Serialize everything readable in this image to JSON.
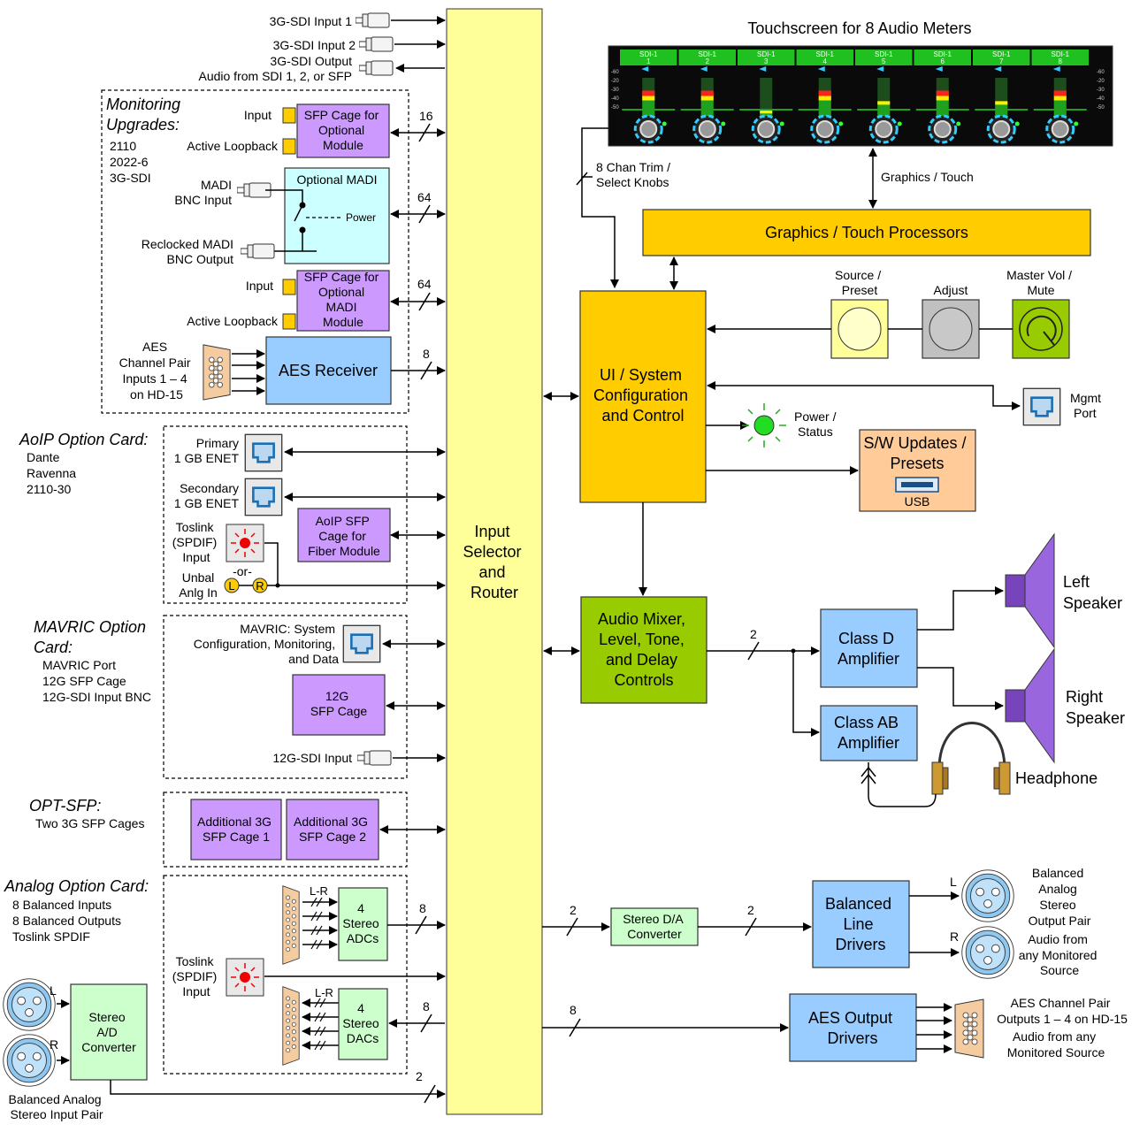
{
  "colors": {
    "router": "#ffff99",
    "control": "#ffcc00",
    "purple": "#cc99ff",
    "blue": "#99ccff",
    "green": "#99cc00",
    "lightgreen": "#ccffcc",
    "peach": "#ffcc99",
    "cyan": "#ccffff",
    "grey": "#c0c0c0"
  },
  "top_inputs": {
    "sdi1": "3G-SDI Input 1",
    "sdi2": "3G-SDI Input 2",
    "sdi_out": "3G-SDI Output",
    "audio_from": "Audio from SDI 1, 2, or SFP"
  },
  "monitoring": {
    "title1": "Monitoring",
    "title2": "Upgrades:",
    "std1": "2110",
    "std2": "2022-6",
    "std3": "3G-SDI",
    "input": "Input",
    "active_loopback": "Active Loopback",
    "sfp_cage": [
      "SFP Cage for",
      "Optional",
      "Module"
    ],
    "bus16": "16",
    "madi_in": [
      "MADI",
      "BNC Input"
    ],
    "optional_madi": "Optional MADI",
    "power": "Power",
    "bus64a": "64",
    "madi_out": [
      "Reclocked MADI",
      "BNC Output"
    ],
    "input2": "Input",
    "active_loopback2": "Active Loopback",
    "madi_cage": [
      "SFP Cage for",
      "Optional",
      "MADI",
      "Module"
    ],
    "bus64b": "64",
    "aes_label": [
      "AES",
      "Channel Pair",
      "Inputs 1 – 4",
      "on HD-15"
    ],
    "aes_receiver": "AES Receiver",
    "bus8": "8"
  },
  "aoip": {
    "title": "AoIP Option Card:",
    "items": [
      "Dante",
      "Ravenna",
      "2110-30"
    ],
    "primary": [
      "Primary",
      "1 GB ENET"
    ],
    "secondary": [
      "Secondary",
      "1 GB ENET"
    ],
    "toslink": [
      "Toslink",
      "(SPDIF)",
      "Input"
    ],
    "or": "-or-",
    "unbal": [
      "Unbal",
      "Anlg In"
    ],
    "l": "L",
    "r": "R",
    "sfp": [
      "AoIP SFP",
      "Cage for",
      "Fiber Module"
    ]
  },
  "mavric": {
    "title1": "MAVRIC Option",
    "title2": "Card:",
    "items": [
      "MAVRIC Port",
      "12G SFP Cage",
      "12G-SDI Input BNC"
    ],
    "port": [
      "MAVRIC: System",
      "Configuration, Monitoring,",
      "and Data"
    ],
    "cage": [
      "12G",
      "SFP Cage"
    ],
    "sdi": "12G-SDI Input"
  },
  "optsfp": {
    "title": "OPT-SFP:",
    "sub": "Two 3G SFP Cages",
    "cage1": [
      "Additional 3G",
      "SFP Cage 1"
    ],
    "cage2": [
      "Additional 3G",
      "SFP Cage 2"
    ]
  },
  "analog": {
    "title": "Analog Option Card:",
    "items": [
      "8 Balanced Inputs",
      "8 Balanced Outputs",
      "Toslink SPDIF"
    ],
    "lr": "L-R",
    "adcs": [
      "4",
      "Stereo",
      "ADCs"
    ],
    "bus8a": "8",
    "toslink": [
      "Toslink",
      "(SPDIF)",
      "Input"
    ],
    "lr2": "L-R",
    "dacs": [
      "4",
      "Stereo",
      "DACs"
    ],
    "bus8b": "8",
    "ad": [
      "Stereo",
      "A/D",
      "Converter"
    ],
    "l": "L",
    "r": "R",
    "bal_in": [
      "Balanced Analog",
      "Stereo Input Pair"
    ],
    "bus2": "2"
  },
  "router": [
    "Input",
    "Selector",
    "and",
    "Router"
  ],
  "touchscreen": {
    "title": "Touchscreen for 8 Audio Meters",
    "channels": [
      "1",
      "2",
      "3",
      "4",
      "5",
      "6",
      "7",
      "8"
    ],
    "src": "SDI-1",
    "scale": [
      "-60",
      "-20",
      "-30",
      "-40",
      "-50",
      "-60"
    ],
    "trim": [
      "8 Chan Trim /",
      "Select Knobs"
    ],
    "gt": "Graphics / Touch"
  },
  "meters": [
    0.78,
    0.78,
    0.45,
    0.78,
    0.6,
    0.78,
    0.6,
    0.78
  ],
  "gfx": "Graphics / Touch Processors",
  "ui": [
    "UI / System",
    "Configuration",
    "and Control"
  ],
  "knobs": {
    "source": [
      "Source /",
      "Preset"
    ],
    "adjust": "Adjust",
    "master": [
      "Master Vol /",
      "Mute"
    ]
  },
  "mgmt": [
    "Mgmt",
    "Port"
  ],
  "power": [
    "Power /",
    "Status"
  ],
  "sw": [
    "S/W Updates /",
    "Presets"
  ],
  "usb": "USB",
  "mixer": [
    "Audio Mixer,",
    "Level, Tone,",
    "and Delay",
    "Controls"
  ],
  "bus2a": "2",
  "classd": [
    "Class D",
    "Amplifier"
  ],
  "classab": [
    "Class AB",
    "Amplifier"
  ],
  "left": [
    "Left",
    "Speaker"
  ],
  "right": [
    "Right",
    "Speaker"
  ],
  "headphone": "Headphone",
  "da": [
    "Stereo D/A",
    "Converter"
  ],
  "bus2b": "2",
  "bus2c": "2",
  "bld": [
    "Balanced",
    "Line",
    "Drivers"
  ],
  "l": "L",
  "r": "R",
  "bal_out": [
    "Balanced",
    "Analog",
    "Stereo",
    "Output Pair"
  ],
  "any_src": [
    "Audio from",
    "any Monitored",
    "Source"
  ],
  "aes_out": [
    "AES Output",
    "Drivers"
  ],
  "bus8c": "8",
  "aes_out_lbl": [
    "AES Channel Pair",
    "Outputs 1 – 4  on HD-15"
  ],
  "aes_any": [
    "Audio from any",
    "Monitored Source"
  ]
}
